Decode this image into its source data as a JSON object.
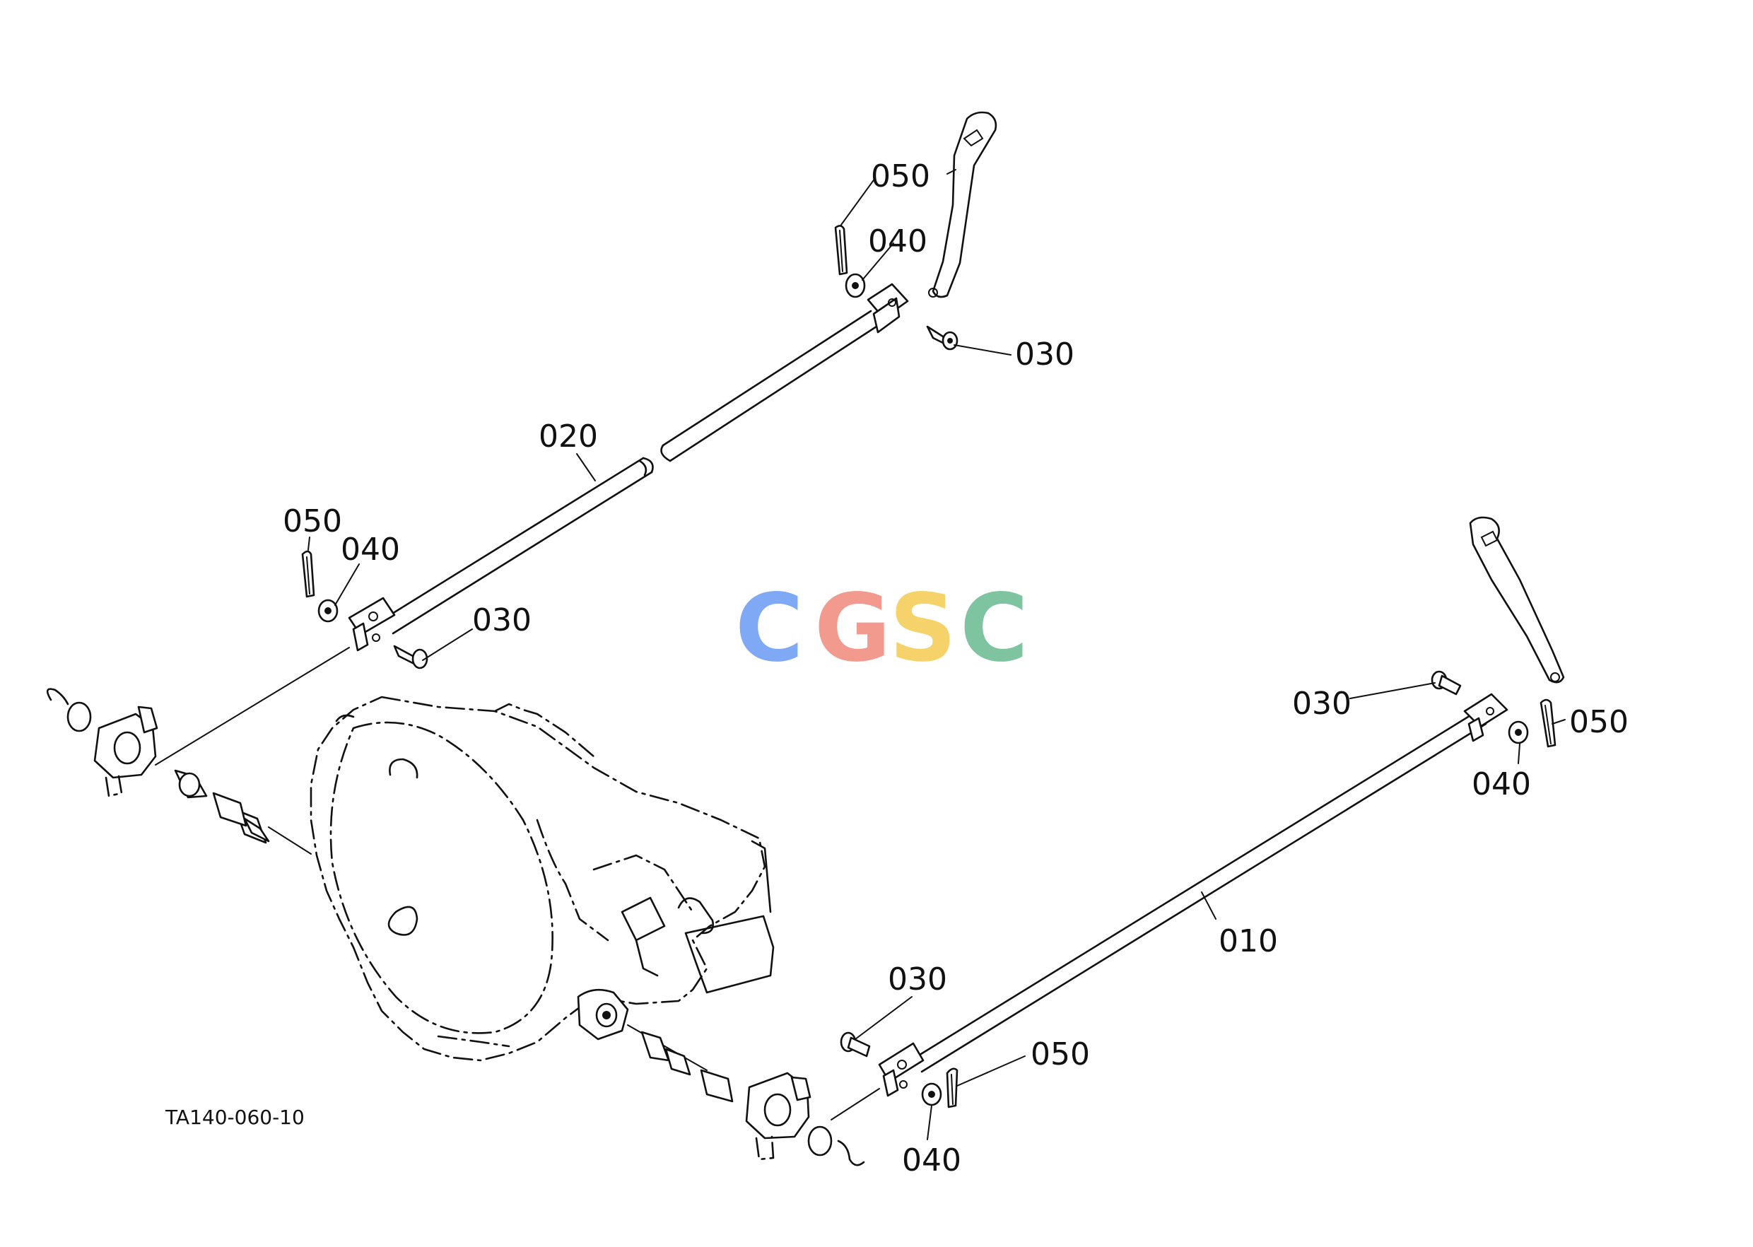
{
  "drawing_code": "TA140-060-10",
  "watermark": {
    "letters": [
      {
        "char": "C",
        "color": "#7fa8f5"
      },
      {
        "char": "G",
        "color": "#f29a8e"
      },
      {
        "char": "S",
        "color": "#f6d36a"
      },
      {
        "char": "C",
        "color": "#7fc4a0"
      }
    ]
  },
  "callouts": {
    "upper_050_top": "050",
    "upper_040_top": "040",
    "upper_030_top": "030",
    "rod_020": "020",
    "upper_050_left": "050",
    "upper_040_left": "040",
    "upper_030_left": "030",
    "lower_030_right": "030",
    "lower_050_right": "050",
    "lower_040_right": "040",
    "rod_010": "010",
    "lower_030_bottom": "030",
    "lower_050_bottom": "050",
    "lower_040_bottom": "040"
  }
}
